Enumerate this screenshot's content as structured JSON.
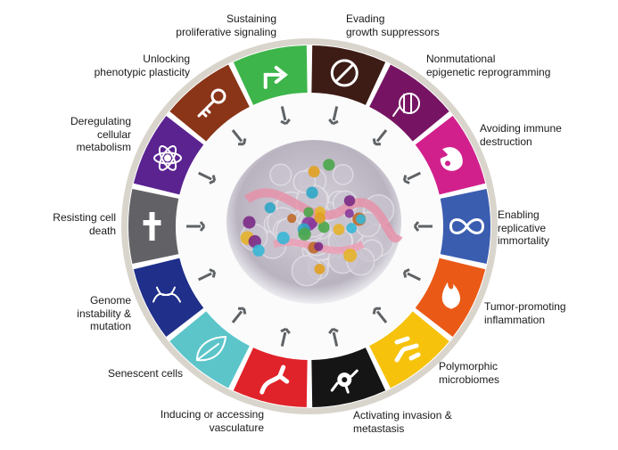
{
  "title": "Hallmarks of cancer",
  "hallmarks": [
    {
      "lines": [
        "Evading",
        "growth suppressors"
      ],
      "color": "#3d1c15",
      "icon": "no-entry-icon"
    },
    {
      "lines": [
        "Nonmutational",
        "epigenetic reprogramming"
      ],
      "color": "#761463",
      "icon": "chromatin-icon"
    },
    {
      "lines": [
        "Avoiding immune",
        "destruction"
      ],
      "color": "#d1208c",
      "icon": "immune-cell-icon"
    },
    {
      "lines": [
        "Enabling",
        "replicative",
        "immortality"
      ],
      "color": "#3b5db0",
      "icon": "infinity-icon"
    },
    {
      "lines": [
        "Tumor-promoting",
        "inflammation"
      ],
      "color": "#ea5a16",
      "icon": "flame-icon"
    },
    {
      "lines": [
        "Polymorphic",
        "microbiomes"
      ],
      "color": "#f6c20c",
      "icon": "bacteria-icon"
    },
    {
      "lines": [
        "Activating invasion &",
        "metastasis"
      ],
      "color": "#151515",
      "icon": "invading-cell-icon"
    },
    {
      "lines": [
        "Inducing or accessing",
        "vasculature"
      ],
      "color": "#e0232a",
      "icon": "blood-vessel-icon"
    },
    {
      "lines": [
        "Senescent cells"
      ],
      "color": "#5cc5ca",
      "icon": "leaf-icon"
    },
    {
      "lines": [
        "Genome",
        "instability &",
        "mutation"
      ],
      "color": "#1f2f8a",
      "icon": "dna-icon"
    },
    {
      "lines": [
        "Resisting cell",
        "death"
      ],
      "color": "#626266",
      "icon": "cross-icon"
    },
    {
      "lines": [
        "Deregulating",
        "cellular",
        "metabolism"
      ],
      "color": "#5a2390",
      "icon": "atom-icon"
    },
    {
      "lines": [
        "Unlocking",
        "phenotypic plasticity"
      ],
      "color": "#8a3518",
      "icon": "key-icon"
    },
    {
      "lines": [
        "Sustaining",
        "proliferative signaling"
      ],
      "color": "#3db54a",
      "icon": "arrow-icon"
    }
  ]
}
